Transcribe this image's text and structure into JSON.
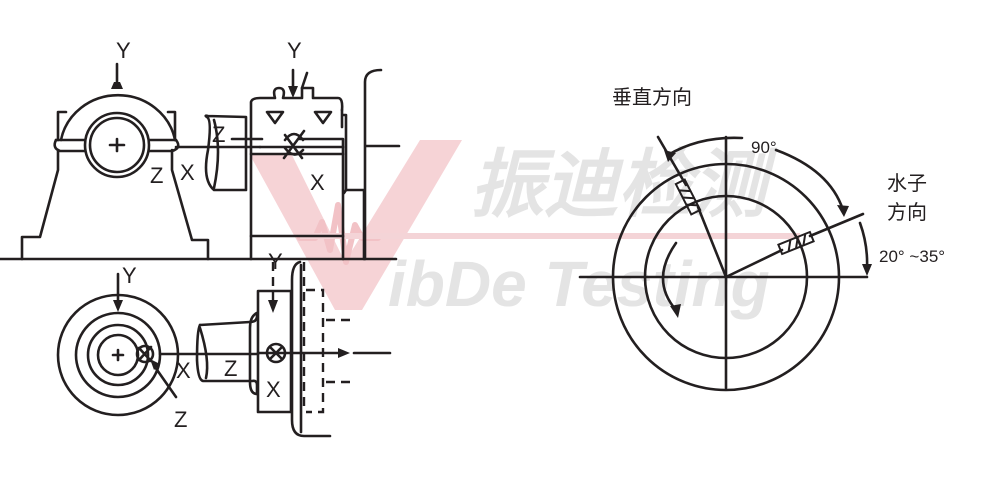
{
  "watermark": {
    "cn_text": "振迪检测",
    "en_text": "ibDe Testing",
    "logo_letter": "V",
    "logo_color": "#f2c6ca",
    "text_color": "#e3e3e3",
    "bar_color": "#f4d4d7"
  },
  "left_diagram": {
    "bearing_top": {
      "label_y": "Y",
      "label_z": "Z",
      "label_x": "X"
    },
    "coupling": {
      "label_z": "Z"
    },
    "motor_top": {
      "label_y": "Y",
      "label_x": "X"
    },
    "bearing_end": {
      "label_y": "Y",
      "label_x": "X",
      "label_z": "Z"
    },
    "motor_end": {
      "label_y": "Y",
      "label_z": "Z",
      "label_x": "X"
    }
  },
  "right_diagram": {
    "vertical_label": "垂直方向",
    "horizontal_label_line1": "水子",
    "horizontal_label_line2": "方向",
    "angle_90": "90°",
    "angle_range": "20° ~35°"
  },
  "colors": {
    "ink": "#231f20",
    "background": "#ffffff"
  }
}
